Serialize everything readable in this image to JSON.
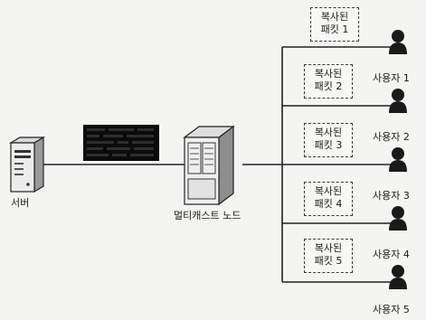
{
  "server": {
    "label": "서버",
    "icon": "server-icon"
  },
  "node": {
    "label": "멀티캐스트 노드",
    "icon": "server-rack-icon"
  },
  "packet_box": {
    "icon": "packet-icon"
  },
  "packets": [
    {
      "line1": "복사된",
      "line2": "패킷 1"
    },
    {
      "line1": "복사된",
      "line2": "패킷 2"
    },
    {
      "line1": "복사된",
      "line2": "패킷 3"
    },
    {
      "line1": "복사된",
      "line2": "패킷 4"
    },
    {
      "line1": "복사된",
      "line2": "패킷 5"
    }
  ],
  "users": [
    {
      "label": "사용자 1",
      "icon": "user-icon"
    },
    {
      "label": "사용자 2",
      "icon": "user-icon"
    },
    {
      "label": "사용자 3",
      "icon": "user-icon"
    },
    {
      "label": "사용자 4",
      "icon": "user-icon"
    },
    {
      "label": "사용자 5",
      "icon": "user-icon"
    }
  ]
}
